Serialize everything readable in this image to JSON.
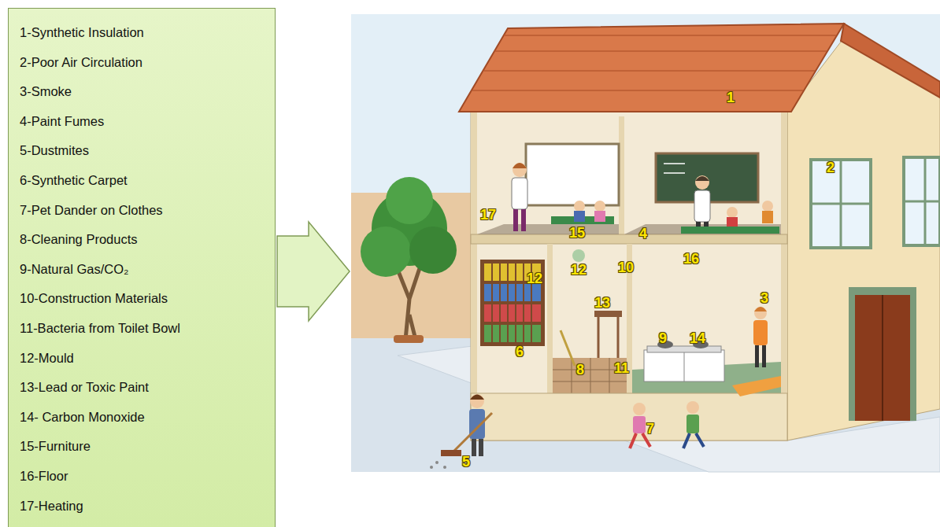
{
  "diagram": {
    "nodes": [
      {
        "text": [
          "1-Synthetic Insulation",
          "2-Poor Air Circulation",
          "3-Smoke",
          "4-Paint Fumes",
          "5-Dustmites",
          "6-Synthetic Carpet",
          "7-Pet Dander on Clothes",
          "8-Cleaning Products",
          "9-Natural Gas/CO₂",
          "10-Construction Materials",
          "11-Bacteria from Toilet Bowl",
          "12-Mould",
          "13-Lead or Toxic Paint",
          "14- Carbon Monoxide",
          "15-Furniture",
          "16-Floor",
          "17-Heating"
        ]
      }
    ],
    "labels": [
      "1",
      "2",
      "17",
      "15",
      "4",
      "16",
      "12",
      "12",
      "10",
      "3",
      "13",
      "9",
      "14",
      "6",
      "8",
      "11",
      "7",
      "5"
    ]
  }
}
